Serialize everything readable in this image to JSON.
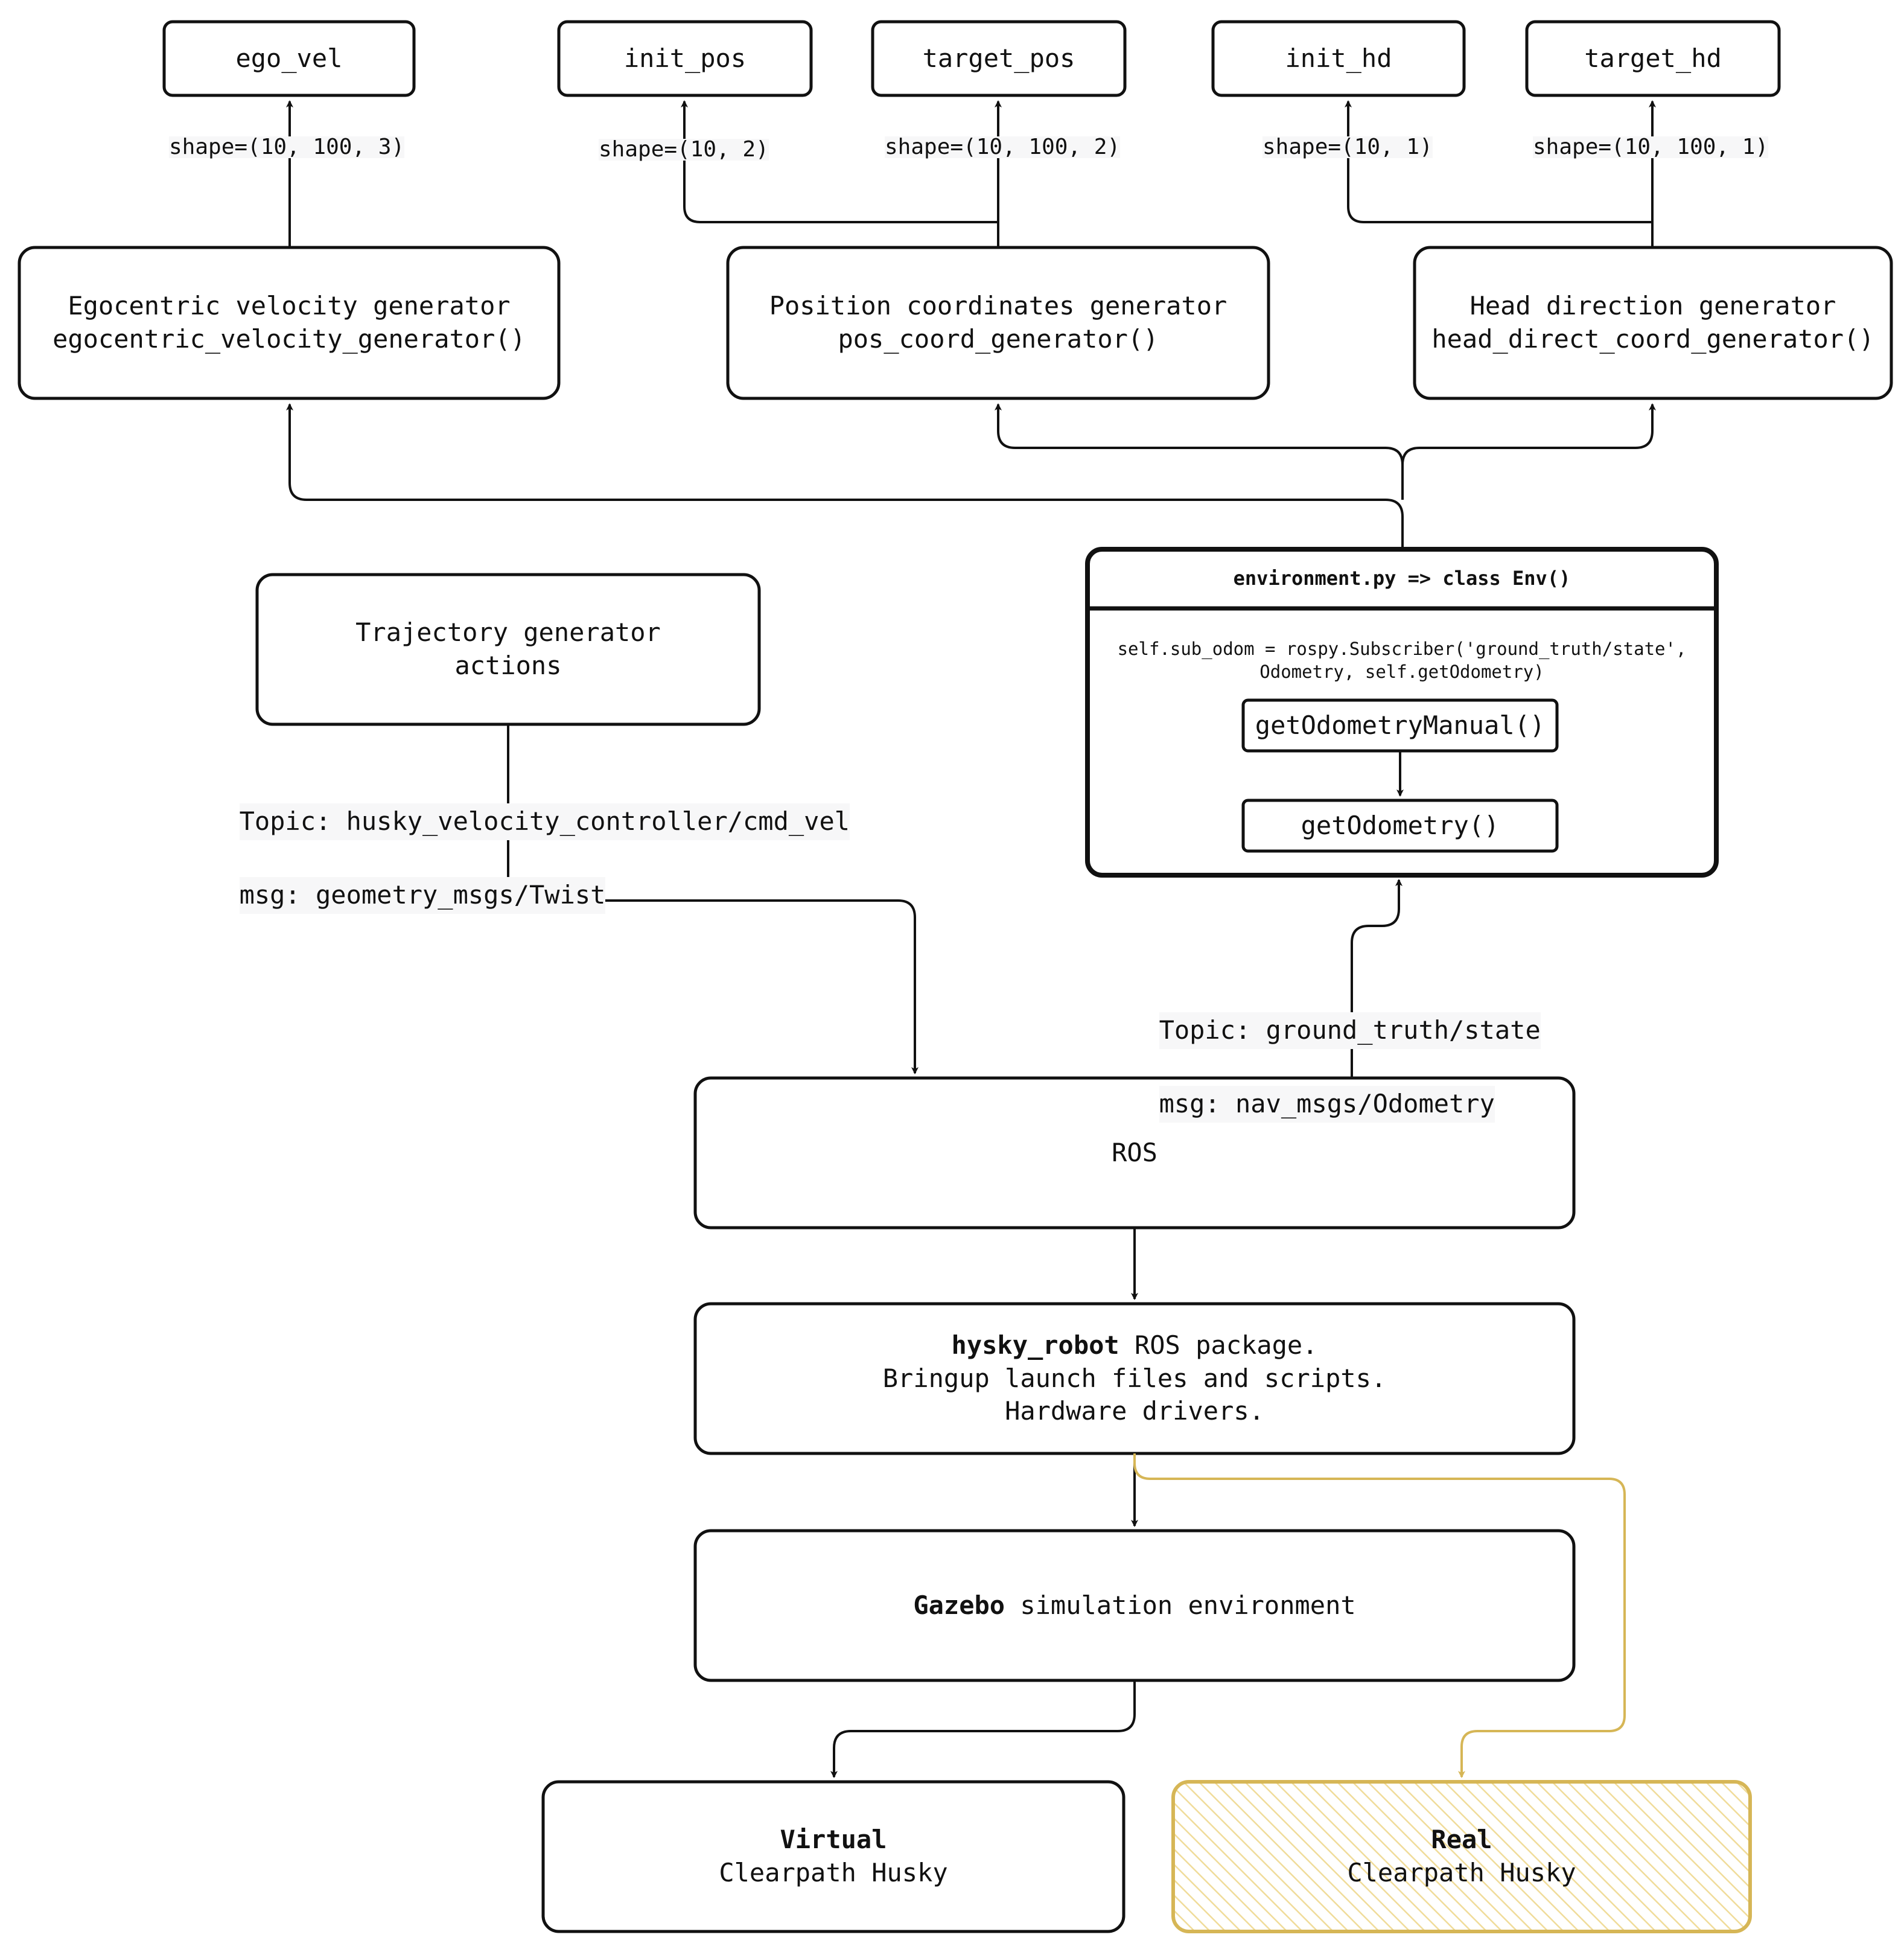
{
  "colors": {
    "stroke": "#111111",
    "highlight": "#d6b656",
    "highlight_fill": "#fff2cc",
    "label_bg": "#f7f7f8"
  },
  "outputs": {
    "ego_vel": "ego_vel",
    "init_pos": "init_pos",
    "target_pos": "target_pos",
    "init_hd": "init_hd",
    "target_hd": "target_hd"
  },
  "shapes": {
    "ego_vel": "shape=(10, 100, 3)",
    "init_pos": "shape=(10, 2)",
    "target_pos": "shape=(10, 100, 2)",
    "init_hd": "shape=(10, 1)",
    "target_hd": "shape=(10, 100, 1)"
  },
  "generators": {
    "ego": {
      "line1": "Egocentric velocity generator",
      "line2": "egocentric_velocity_generator()"
    },
    "pos": {
      "line1": "Position coordinates generator",
      "line2": "pos_coord_generator()"
    },
    "hd": {
      "line1": "Head direction generator",
      "line2": "head_direct_coord_generator()"
    }
  },
  "trajectory": {
    "line1": "Trajectory generator",
    "line2": "actions"
  },
  "cmd_topic": {
    "line1": "Topic: husky_velocity_controller/cmd_vel",
    "line2": "msg: geometry_msgs/Twist"
  },
  "env": {
    "title": "environment.py => class Env()",
    "code_line1": "self.sub_odom = rospy.Subscriber('ground_truth/state',",
    "code_line2": "Odometry, self.getOdometry)",
    "method1": "getOdometryManual()",
    "method2": "getOdometry()"
  },
  "odom_topic": {
    "line1": "Topic: ground_truth/state",
    "line2": "msg: nav_msgs/Odometry"
  },
  "ros": {
    "label": "ROS"
  },
  "husky_pkg": {
    "bold": "hysky_robot",
    "rest": " ROS package.",
    "line2": "Bringup launch files and scripts.",
    "line3": "Hardware drivers."
  },
  "gazebo": {
    "bold": "Gazebo",
    "rest": " simulation environment"
  },
  "virtual": {
    "bold": "Virtual",
    "line2": "Clearpath Husky"
  },
  "real": {
    "bold": "Real",
    "line2": "Clearpath Husky"
  }
}
